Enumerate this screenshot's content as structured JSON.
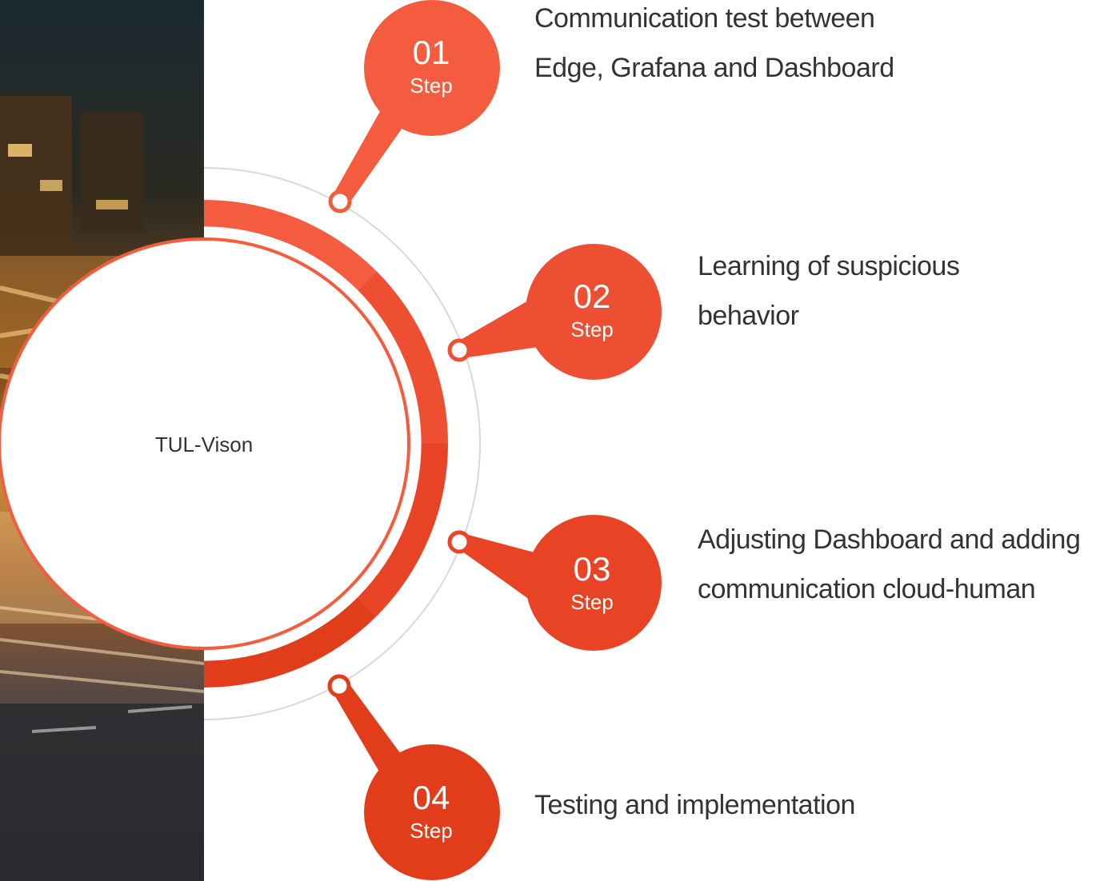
{
  "center_label": "TUL-Vison",
  "colors": {
    "step1": "#F45C3F",
    "step2": "#EE4E31",
    "step3": "#E84324",
    "step4": "#E23D1B",
    "track": "#D9D9D9"
  },
  "steps": [
    {
      "number": "01",
      "word": "Step",
      "lines": [
        "Communication test between",
        "Edge, Grafana and Dashboard"
      ]
    },
    {
      "number": "02",
      "word": "Step",
      "lines": [
        "Learning of suspicious",
        "behavior"
      ]
    },
    {
      "number": "03",
      "word": "Step",
      "lines": [
        "Adjusting Dashboard and adding",
        "communication cloud-human"
      ]
    },
    {
      "number": "04",
      "word": "Step",
      "lines": [
        "Testing and implementation"
      ]
    }
  ]
}
